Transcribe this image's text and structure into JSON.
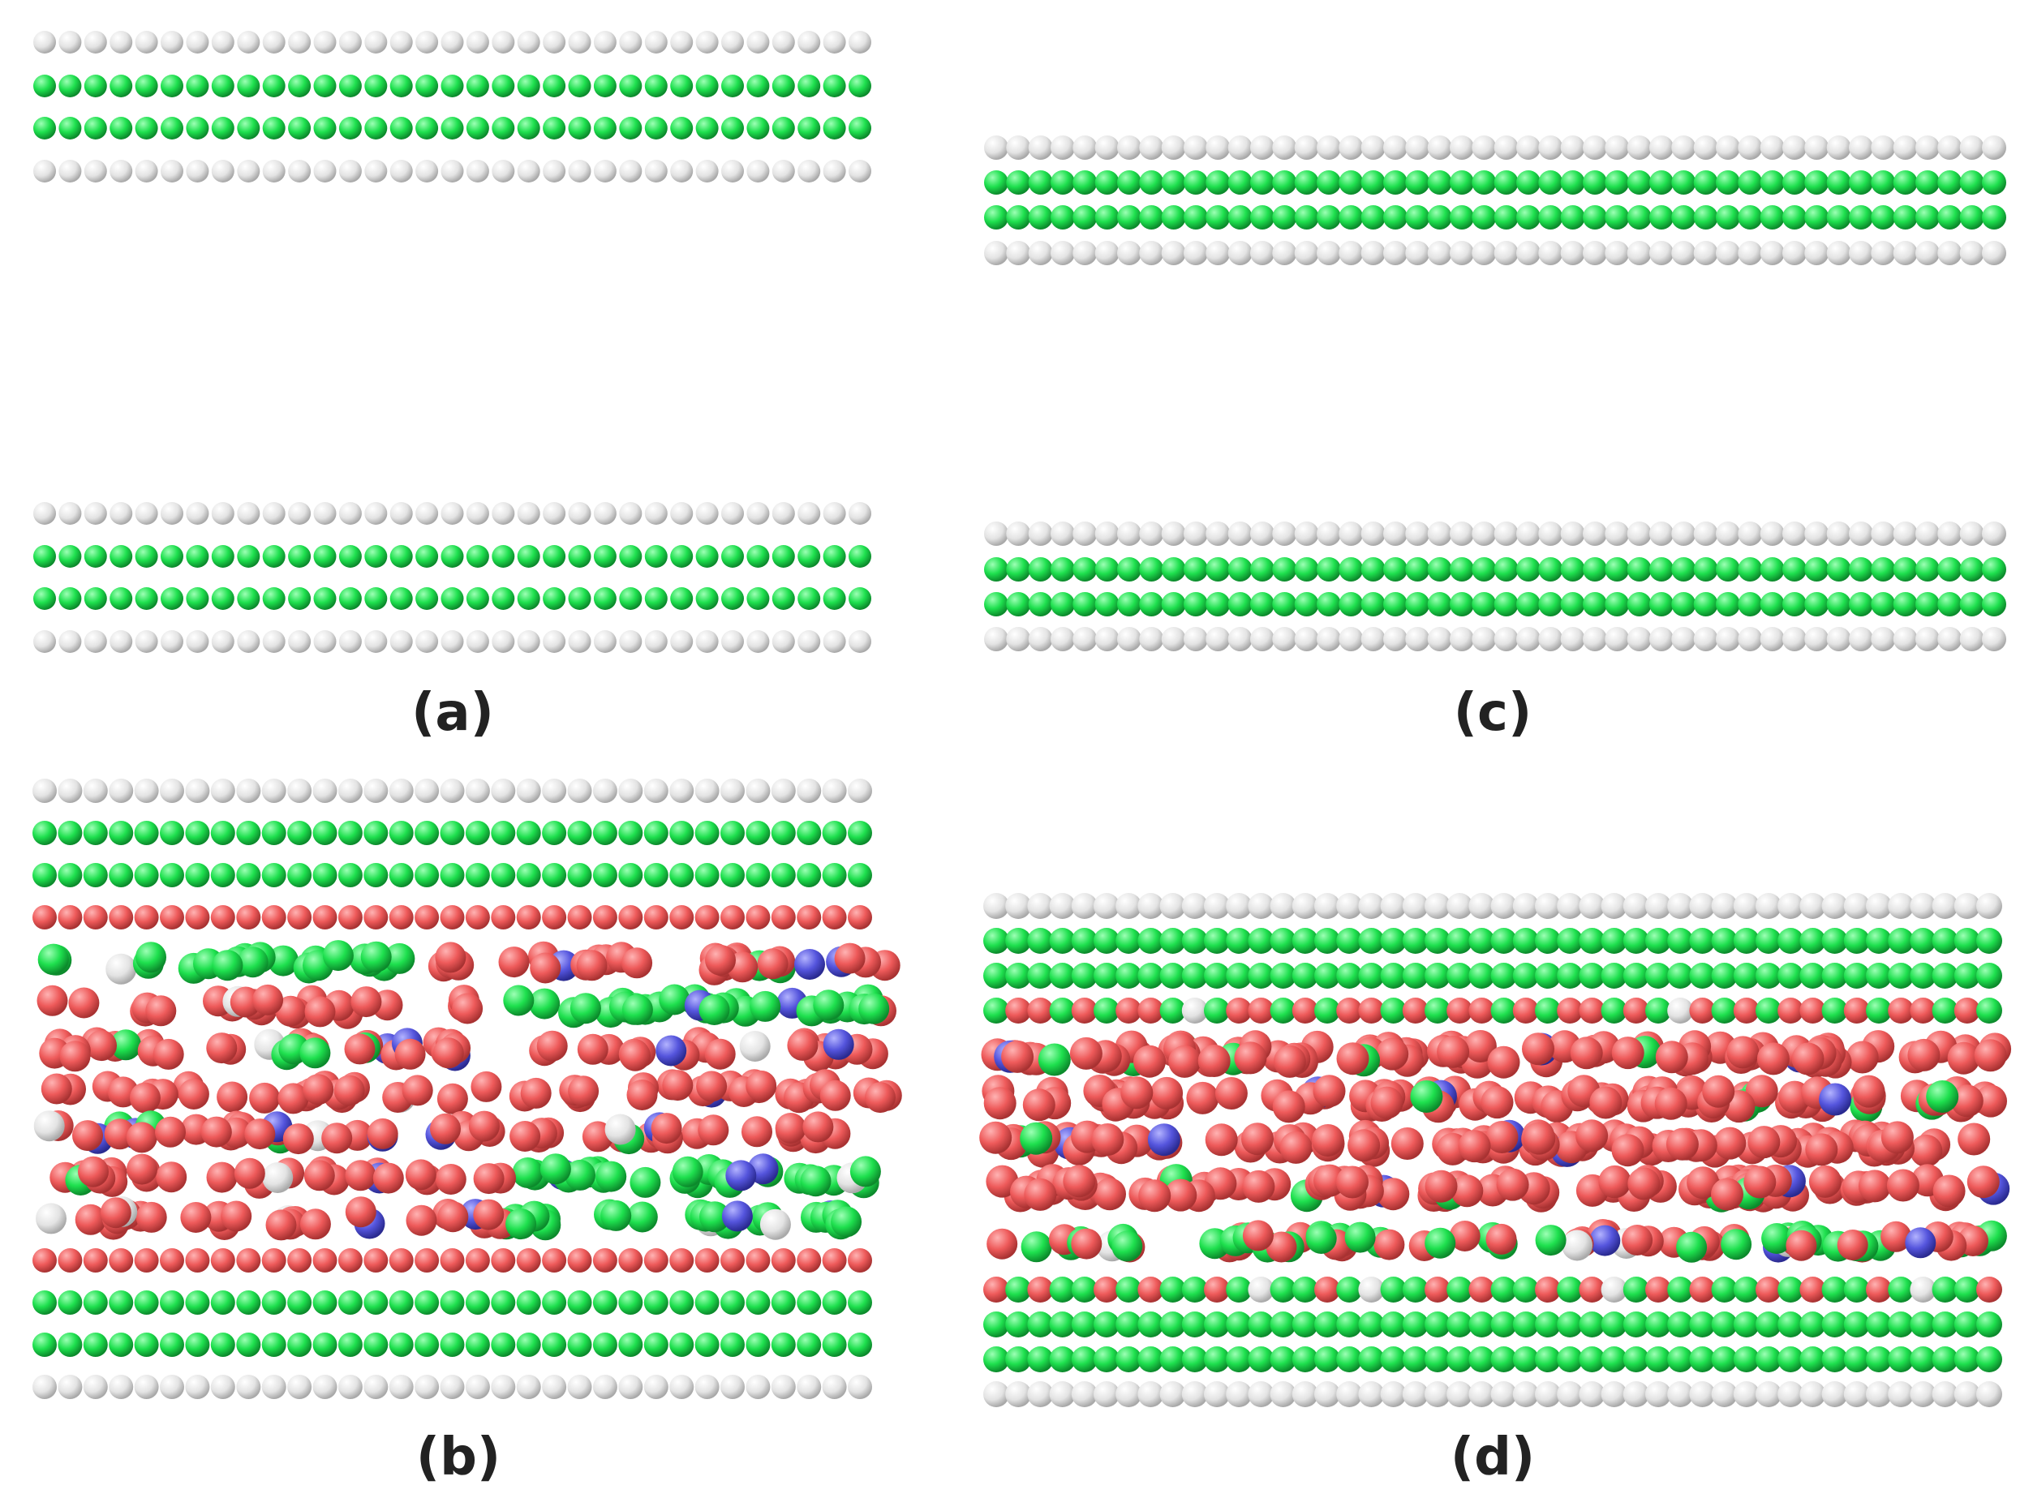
{
  "panels": [
    {
      "id": "a",
      "label": "(a)"
    },
    {
      "id": "b",
      "label": "(b)"
    },
    {
      "id": "c",
      "label": "(c)"
    },
    {
      "id": "d",
      "label": "(d)"
    }
  ],
  "colors": {
    "white_atom": "#e6e6e6",
    "green_atom": "#22dd55",
    "red_atom": "#ee5a5a",
    "blue_atom": "#5555dd"
  }
}
